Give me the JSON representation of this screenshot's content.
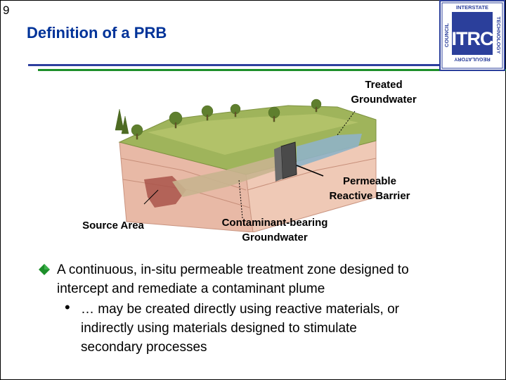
{
  "slide": {
    "number": "9",
    "title": "Definition of a PRB"
  },
  "logo": {
    "letters": "ITRC",
    "top_text": "INTERSTATE",
    "left_text": "COUNCIL",
    "right_text": "TECHNOLOGY",
    "bottom_text": "REGULATORY"
  },
  "diagram": {
    "labels": {
      "treated_line1": "Treated",
      "treated_line2": "Groundwater",
      "prb_line1": "Permeable",
      "prb_line2": "Reactive Barrier",
      "source": "Source Area",
      "contaminant_line1": "Contaminant-bearing",
      "contaminant_line2": "Groundwater"
    }
  },
  "bullets": {
    "main_line1": "A continuous, in-situ permeable treatment zone designed to",
    "main_line2": "intercept and remediate a contaminant plume",
    "sub_line1": "… may be created directly using reactive materials, or",
    "sub_line2": "indirectly using materials designed to stimulate",
    "sub_line3": "secondary processes",
    "sub_marker": "•"
  },
  "colors": {
    "title": "#003399",
    "rule_blue": "#2d3f9e",
    "rule_green": "#1d8f2a",
    "logo_blue": "#2b3f9b",
    "bullet_green": "#1d8f2a"
  }
}
